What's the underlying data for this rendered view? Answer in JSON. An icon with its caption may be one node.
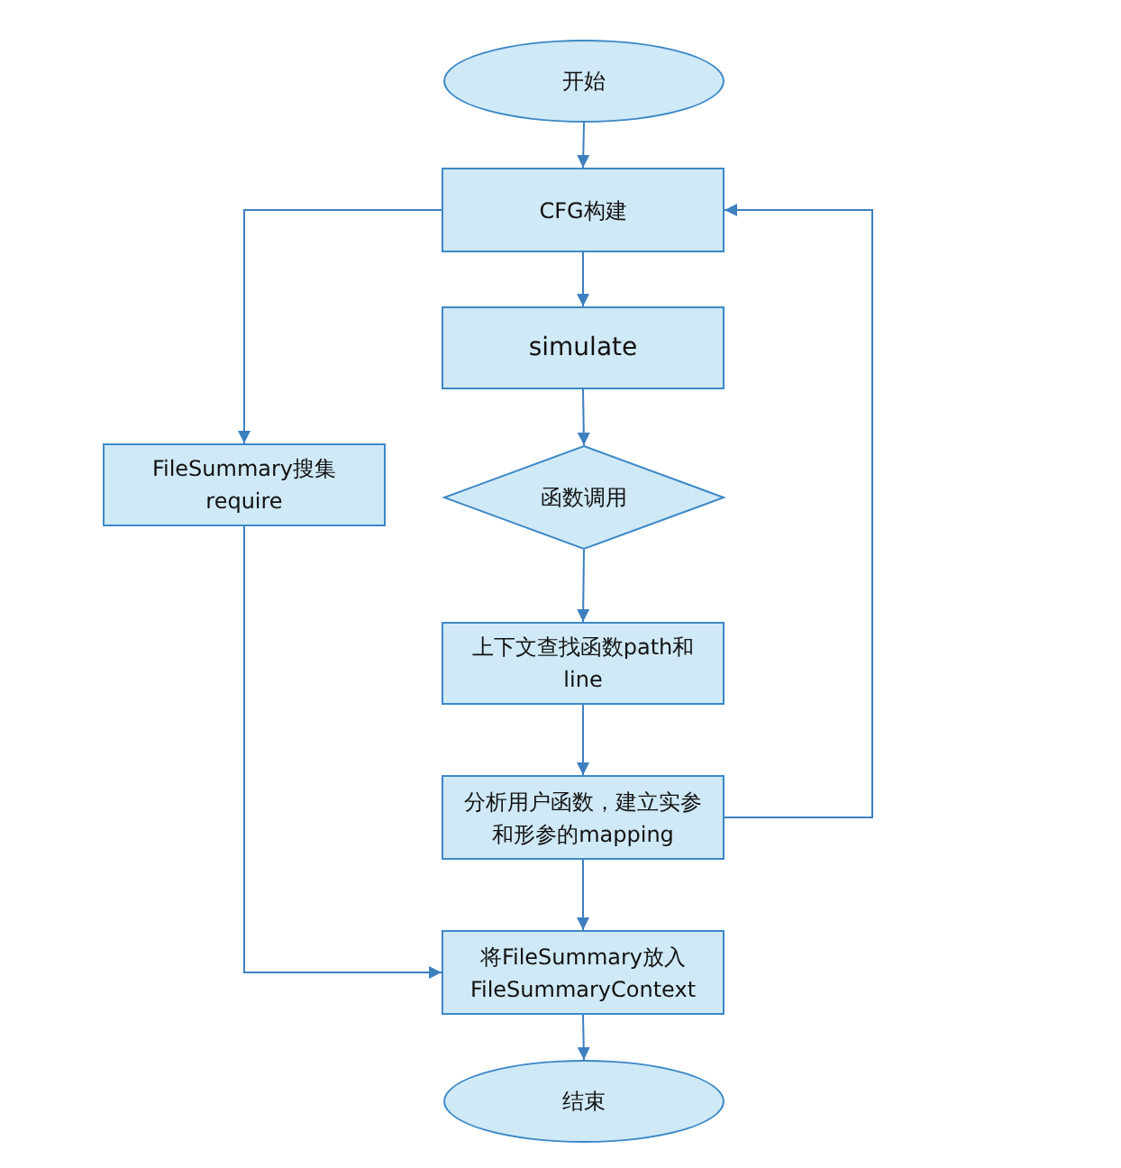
{
  "diagram": {
    "nodes": [
      {
        "text": [
          "开始"
        ]
      },
      {
        "text": [
          "CFG构建"
        ]
      },
      {
        "text": [
          "simulate"
        ]
      },
      {
        "text": [
          "函数调用"
        ]
      },
      {
        "text": [
          "FileSummary搜集require"
        ]
      },
      {
        "text": [
          "上下文查找函数path和line"
        ]
      },
      {
        "text": [
          "分析用户函数，建立实参和形参的mapping"
        ]
      },
      {
        "text": [
          "将FileSummary放入 FileSummaryContext"
        ]
      },
      {
        "text": [
          "结束"
        ]
      }
    ],
    "edges": [
      {
        "from": 0,
        "to": 1,
        "arrow": "to"
      },
      {
        "from": 1,
        "to": 2,
        "arrow": "to"
      },
      {
        "from": 2,
        "to": 3,
        "arrow": "to"
      },
      {
        "from": 3,
        "to": 5,
        "arrow": "to"
      },
      {
        "from": 5,
        "to": 6,
        "arrow": "to"
      },
      {
        "from": 6,
        "to": 7,
        "arrow": "to"
      },
      {
        "from": 7,
        "to": 8,
        "arrow": "to"
      },
      {
        "from": 1,
        "to": 4,
        "arrow": "to"
      },
      {
        "from": 4,
        "to": 7,
        "arrow": "to"
      },
      {
        "from": 6,
        "to": 1,
        "arrow": "to"
      }
    ]
  }
}
